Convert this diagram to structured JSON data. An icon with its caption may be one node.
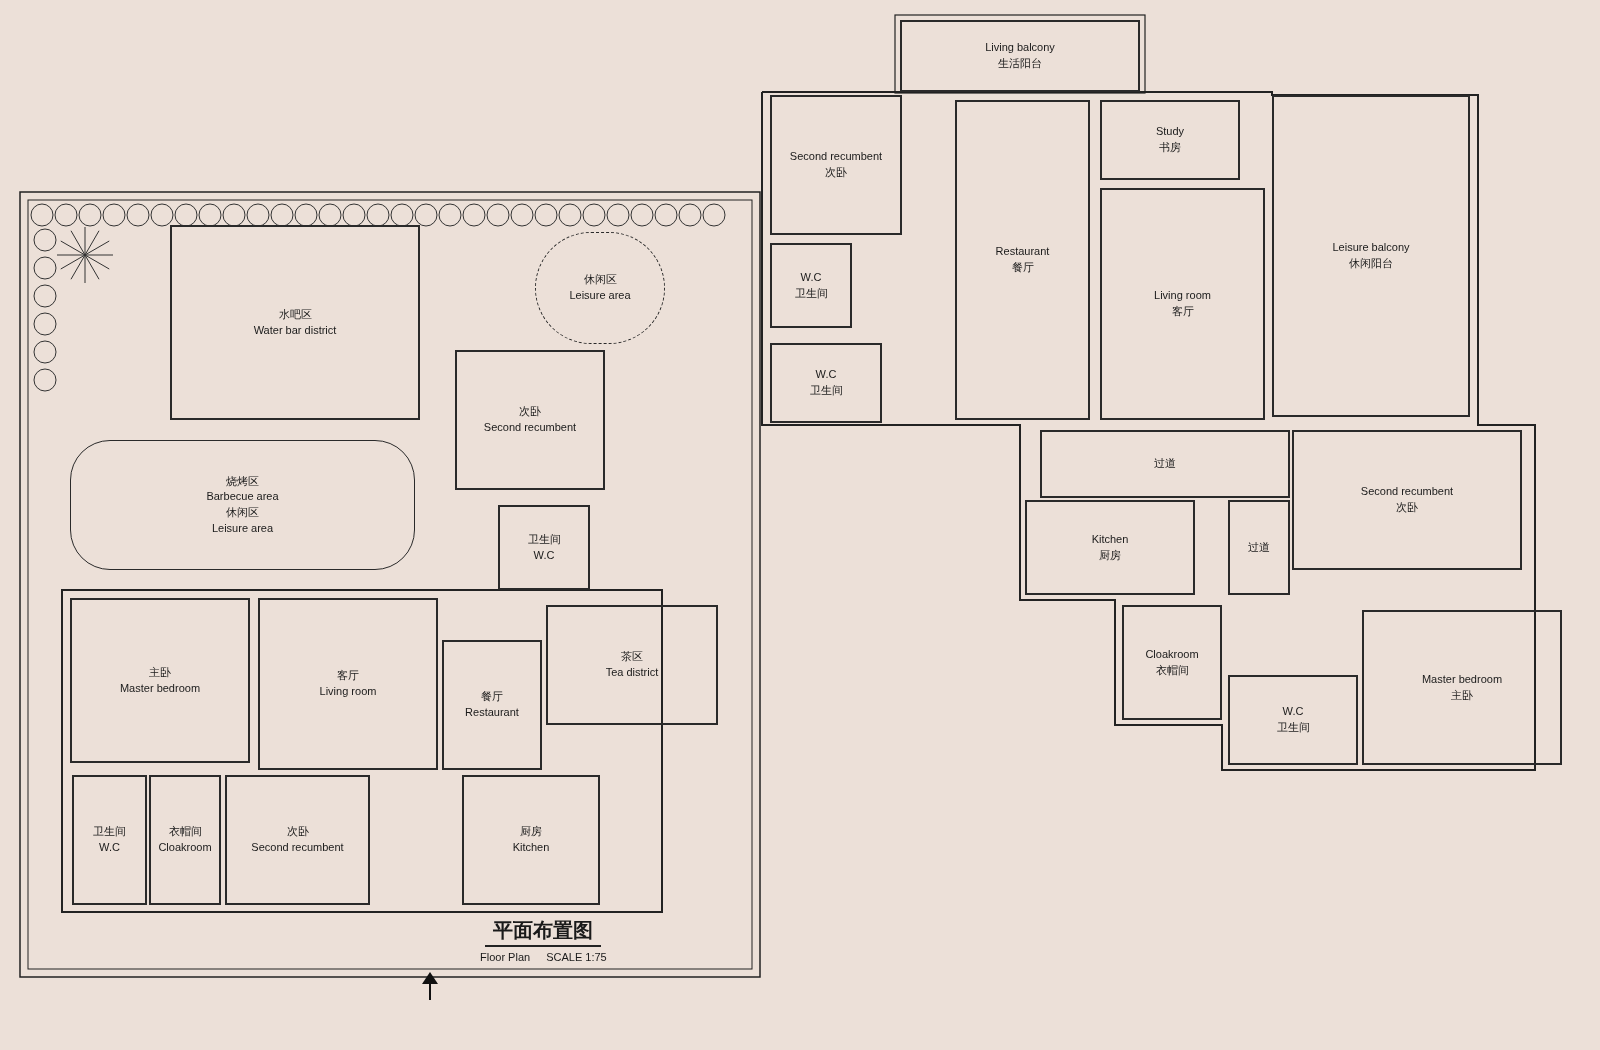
{
  "diagram": {
    "title": "平面布置图",
    "nodes": [
      {
        "text": [
          "休闲区",
          "Leisure area"
        ]
      },
      {
        "text": [
          "水吧区",
          "Water bar district"
        ]
      },
      {
        "text": [
          "烧烤区",
          "Barbecue area",
          "休闲区",
          "Leisure area"
        ]
      },
      {
        "text": [
          "次卧",
          "Second recumbent"
        ]
      },
      {
        "text": [
          "卫生间",
          "W.C"
        ]
      },
      {
        "text": [
          "主卧",
          "Master bedroom"
        ]
      },
      {
        "text": [
          "客厅",
          "Living room"
        ]
      },
      {
        "text": [
          "茶区",
          "Tea district"
        ]
      },
      {
        "text": [
          "餐厅",
          "Restaurant"
        ]
      },
      {
        "text": [
          "卫生间",
          "W.C"
        ]
      },
      {
        "text": [
          "衣帽间",
          "Cloakroom"
        ]
      },
      {
        "text": [
          "次卧",
          "Second recumbent"
        ]
      },
      {
        "text": [
          "厨房",
          "Kitchen"
        ]
      },
      {
        "text": [
          "Living balcony",
          "生活阳台"
        ]
      },
      {
        "text": [
          "Second recumbent",
          "次卧"
        ]
      },
      {
        "text": [
          "W.C",
          "卫生间"
        ]
      },
      {
        "text": [
          "W.C",
          "卫生间"
        ]
      },
      {
        "text": [
          "Study",
          "书房"
        ]
      },
      {
        "text": [
          "Restaurant",
          "餐厅"
        ]
      },
      {
        "text": [
          "Living room",
          "客厅"
        ]
      },
      {
        "text": [
          "Leisure balcony",
          "休闲阳台"
        ]
      },
      {
        "text": [
          "过道"
        ]
      },
      {
        "text": [
          "过道"
        ]
      },
      {
        "text": [
          "Kitchen",
          "厨房"
        ]
      },
      {
        "text": [
          "Second recumbent",
          "次卧"
        ]
      },
      {
        "text": [
          "Cloakroom",
          "衣帽间"
        ]
      },
      {
        "text": [
          "W.C",
          "卫生间"
        ]
      },
      {
        "text": [
          "Master bedroom",
          "主卧"
        ]
      }
    ],
    "labels": [
      "Floor Plan",
      "SCALE 1:75"
    ]
  }
}
